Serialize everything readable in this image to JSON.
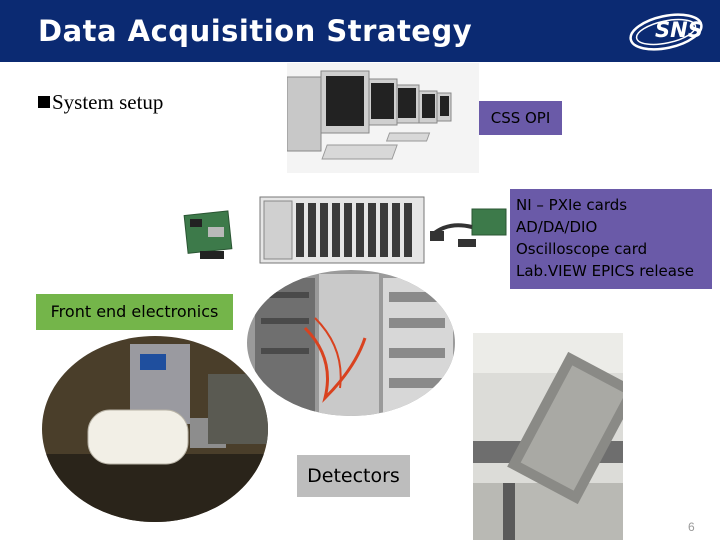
{
  "slide": {
    "title": "Data Acquisition Strategy",
    "logo_text": "SNS",
    "bullet": "System setup",
    "page_number": "6"
  },
  "labels": {
    "css_opi": "CSS OPI",
    "ni_lines": [
      "NI – PXIe cards",
      "AD/DA/DIO",
      "Oscilloscope card",
      "Lab.VIEW EPICS release"
    ],
    "front_end": "Front end electronics",
    "detectors": "Detectors"
  },
  "colors": {
    "title_bar": "#0b2a72",
    "purple_label": "#6a5aa8",
    "green_label": "#74b54a",
    "gray_label": "#bdbdbd"
  }
}
